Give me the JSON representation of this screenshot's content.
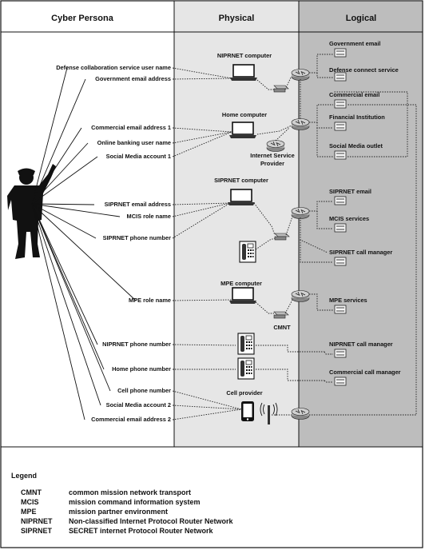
{
  "headers": {
    "persona": "Cyber Persona",
    "physical": "Physical",
    "logical": "Logical"
  },
  "persona_labels": [
    "Defense collaboration service user name",
    "Government email address",
    "Commercial email address 1",
    "Online banking user name",
    "Social Media account 1",
    "SIPRNET email address",
    "MCIS role name",
    "SIPRNET phone number",
    "MPE role name",
    "NIPRNET phone number",
    "Home phone number",
    "Cell phone number",
    "Social Media account 2",
    "Commercial email address 2"
  ],
  "physical_labels": {
    "niprnet_computer": "NIPRNET computer",
    "home_computer": "Home computer",
    "isp": "Internet Service",
    "isp2": "Provider",
    "siprnet_computer": "SIPRNET computer",
    "mpe_computer": "MPE computer",
    "cmnt": "CMNT",
    "cell_provider": "Cell provider"
  },
  "logical_labels": [
    "Government email",
    "Defense connect service",
    "Commercial email",
    "Financial Institution",
    "Social Media outlet",
    "SIPRNET email",
    "MCIS services",
    "SIPRNET call manager",
    "MPE services",
    "NIPRNET call manager",
    "Commercial call manager"
  ],
  "legend": {
    "title": "Legend",
    "items": [
      {
        "abbr": "CMNT",
        "text": "common mission network transport"
      },
      {
        "abbr": "MCIS",
        "text": "mission command information system"
      },
      {
        "abbr": "MPE",
        "text": "mission partner environment"
      },
      {
        "abbr": "NIPRNET",
        "text": "Non-classified Internet Protocol Router Network"
      },
      {
        "abbr": "SIPRNET",
        "text": "SECRET internet Protocol Router Network"
      }
    ]
  },
  "colors": {
    "physical_bg": "#e6e6e6",
    "logical_bg": "#bdbdbd",
    "border": "#111111",
    "silhouette": "#111111"
  }
}
